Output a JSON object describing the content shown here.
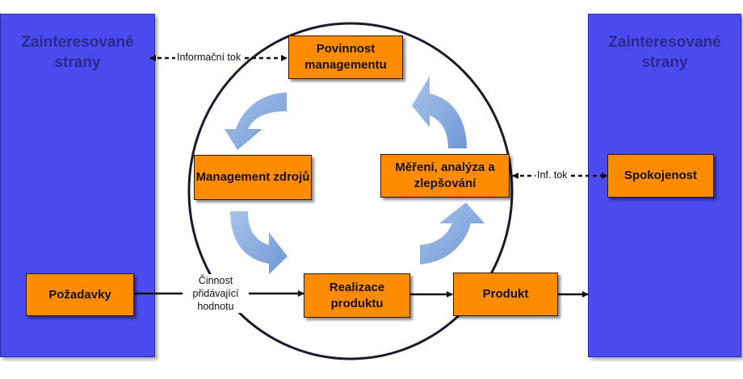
{
  "colors": {
    "panel_fill": "#4b4bf0",
    "panel_text": "#2a2a8e",
    "box_fill": "#ff8c00",
    "cycle_arrow": "#7fa6dd",
    "line": "#111111"
  },
  "left_panel": {
    "title": "Zainteresované strany"
  },
  "right_panel": {
    "title": "Zainteresované strany"
  },
  "boxes": {
    "management_responsibility": "Povinnost managementu",
    "resource_management": "Management zdrojů",
    "measurement_analysis": "Měření, analýza a zlepšování",
    "product_realization": "Realizace produktu",
    "product": "Produkt",
    "requirements": "Požadavky",
    "satisfaction": "Spokojenost"
  },
  "labels": {
    "information_flow": "Informační tok",
    "inf_flow_short": "Inf. tok",
    "value_adding": "Činnost přidávající hodnotu"
  }
}
